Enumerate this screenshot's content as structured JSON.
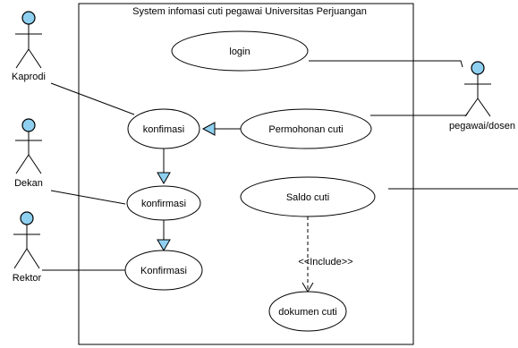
{
  "system": {
    "title": "System infomasi cuti pegawai Universitas Perjuangan"
  },
  "actors": {
    "kaprodi": "Kaprodi",
    "dekan": "Dekan",
    "rektor": "Rektor",
    "pegawai": "pegawai/dosen"
  },
  "usecases": {
    "login": "login",
    "konfimasi": "konfimasi",
    "permohonan": "Permohonan cuti",
    "konfirmasi": "konfirmasi",
    "saldo": "Saldo cuti",
    "konfirmasi2": "Konfirmasi",
    "dokumen": "dokumen cuti"
  },
  "relations": {
    "include": "<<Include>>"
  },
  "colors": {
    "actor_head": "#8fd0f0",
    "arrow_fill": "#8fd0f0",
    "line": "#000000"
  }
}
